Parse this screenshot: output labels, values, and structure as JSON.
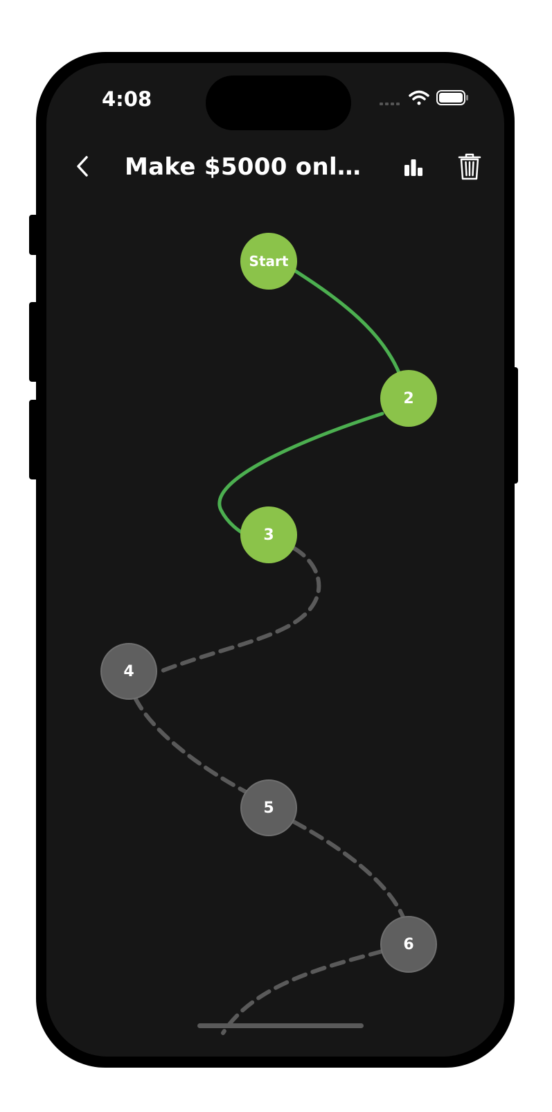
{
  "status_bar": {
    "time": "4:08"
  },
  "header": {
    "title": "Make $5000 onli...",
    "back_icon": "chevron-left-icon",
    "stats_icon": "bar-chart-icon",
    "delete_icon": "trash-icon"
  },
  "path": {
    "nodes": [
      {
        "label": "Start",
        "state": "completed"
      },
      {
        "label": "2",
        "state": "completed"
      },
      {
        "label": "3",
        "state": "completed"
      },
      {
        "label": "4",
        "state": "locked"
      },
      {
        "label": "5",
        "state": "locked"
      },
      {
        "label": "6",
        "state": "locked"
      }
    ]
  },
  "colors": {
    "background": "#161616",
    "completed": "#8bc34a",
    "completed_line": "#4caf50",
    "locked": "#5f5f5f",
    "locked_line": "#5a5a5a"
  }
}
